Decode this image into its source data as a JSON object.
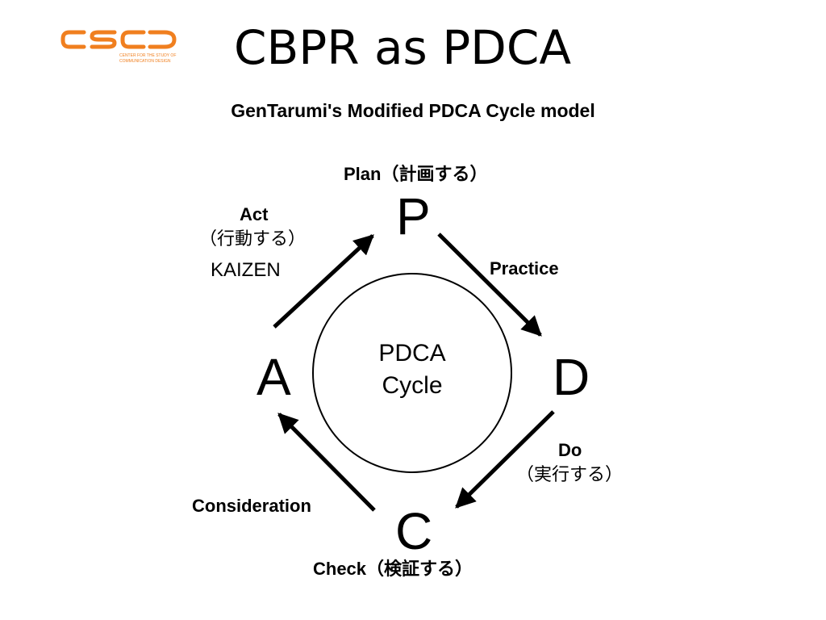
{
  "header": {
    "logo_text": "CSCD",
    "logo_caption_line1": "CENTER FOR THE STUDY OF",
    "logo_caption_line2": "COMMUNICATION DESIGN",
    "logo_color": "#f07f1f",
    "title": "CBPR as PDCA"
  },
  "diagram": {
    "subtitle": "GenTarumi's Modified PDCA Cycle model",
    "center": {
      "line1": "PDCA",
      "line2": "Cycle"
    },
    "nodes": {
      "p": {
        "letter": "P",
        "caption": "Plan（計画する）"
      },
      "d": {
        "letter": "D",
        "caption_line1": "Do",
        "caption_line2": "（実行する）"
      },
      "c": {
        "letter": "C",
        "caption": "Check（検証する）"
      },
      "a": {
        "letter": "A",
        "caption_line1": "Act",
        "caption_line2": "（行動する）",
        "caption_line3": "KAIZEN"
      }
    },
    "edges": {
      "p_to_d": "Practice",
      "c_to_a": "Consideration"
    }
  }
}
